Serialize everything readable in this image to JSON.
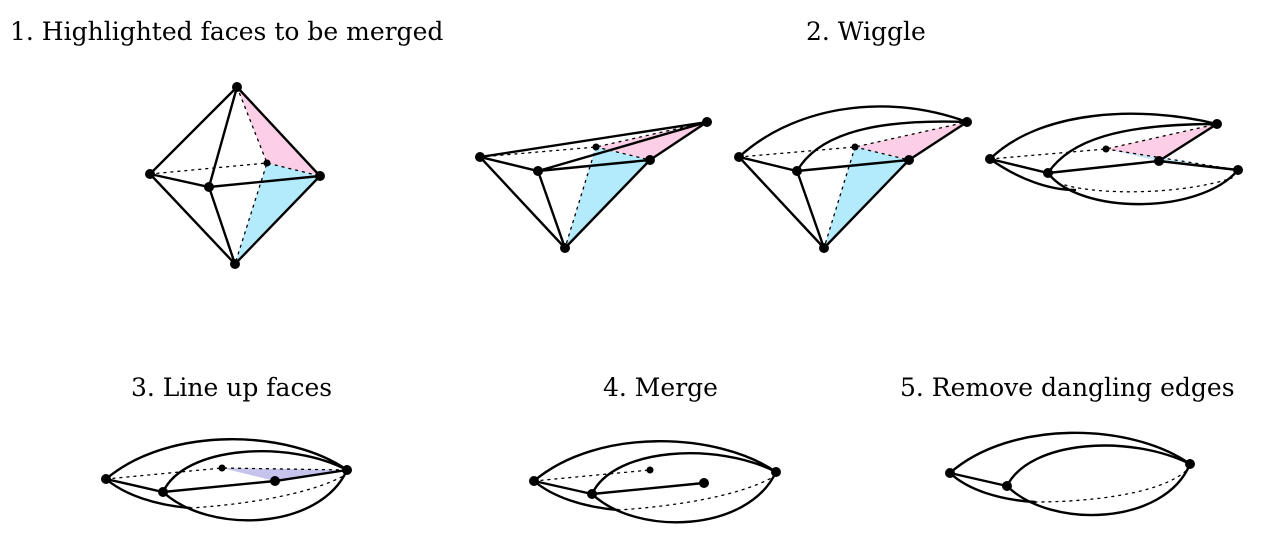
{
  "steps": [
    {
      "label": "1.  Highlighted faces to be merged"
    },
    {
      "label": "2.  Wiggle"
    },
    {
      "label": "3.  Line up faces"
    },
    {
      "label": "4.  Merge"
    },
    {
      "label": "5.  Remove dangling edges"
    }
  ],
  "colors": {
    "face_a": "#fccfe6",
    "face_b": "#b3ebfc",
    "merged": "#c6c4ec"
  }
}
